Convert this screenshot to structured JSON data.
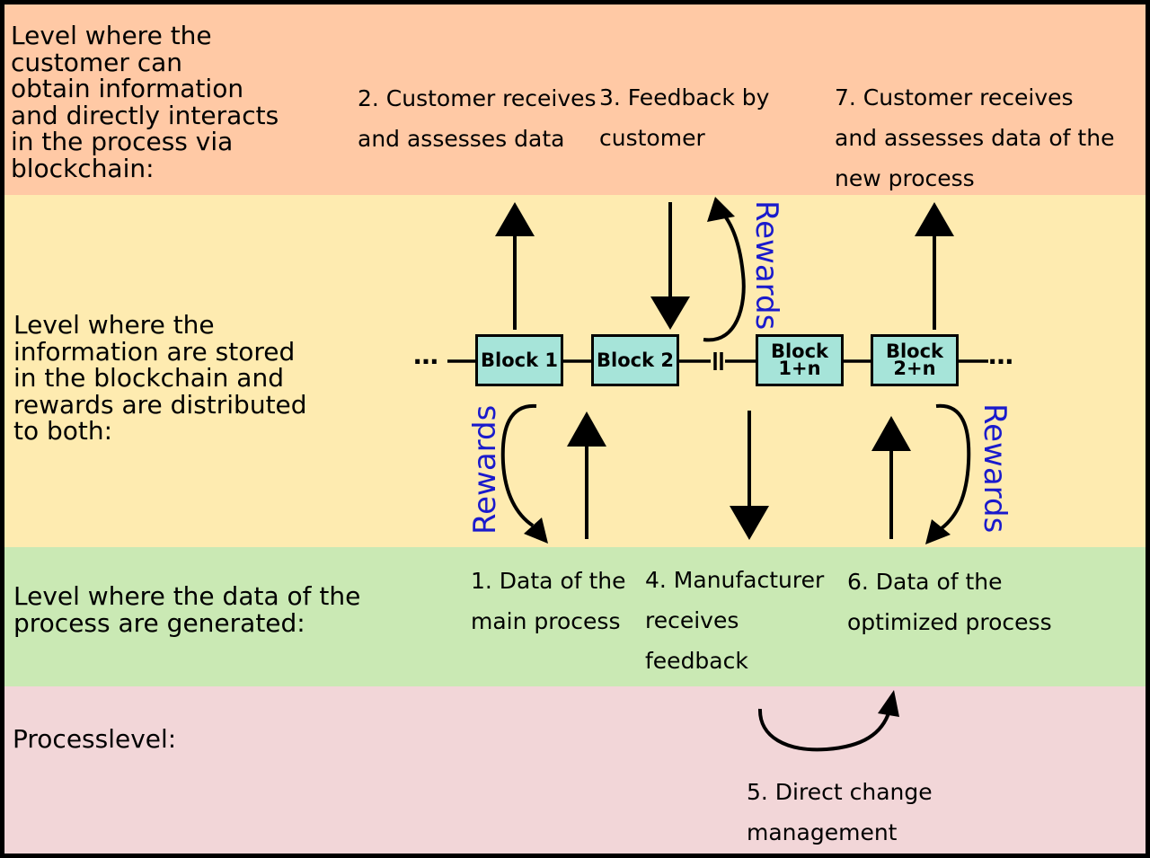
{
  "levels": {
    "customer": "Level where the\ncustomer can\nobtain information\nand directly interacts\nin the process via\nblockchain:",
    "storage": "Level where the\ninformation are stored\nin the blockchain and\nrewards are distributed\nto both:",
    "data": "Level where the data of the\nprocess are generated:",
    "process": "Processlevel:"
  },
  "steps": {
    "step1": "1. Data of the\nmain process",
    "step2": "2. Customer receives\nand assesses data",
    "step3": "3. Feedback by\ncustomer",
    "step4": "4. Manufacturer\nreceives\nfeedback",
    "step5": "5. Direct change\nmanagement",
    "step6": "6. Data of the\noptimized process",
    "step7": "7. Customer receives\nand assesses data of the\nnew process"
  },
  "blocks": {
    "block1": "Block 1",
    "block2": "Block 2",
    "block3": "Block\n1+n",
    "block4": "Block\n2+n"
  },
  "rewards_label": "Rewards",
  "ellipsis": "…",
  "colors": {
    "band_customer": "#ffc9a5",
    "band_storage": "#feebb0",
    "band_data": "#cae9b4",
    "band_process": "#f2d6d8",
    "block_fill": "#a6e4d9",
    "rewards_text": "#1a1acc"
  }
}
